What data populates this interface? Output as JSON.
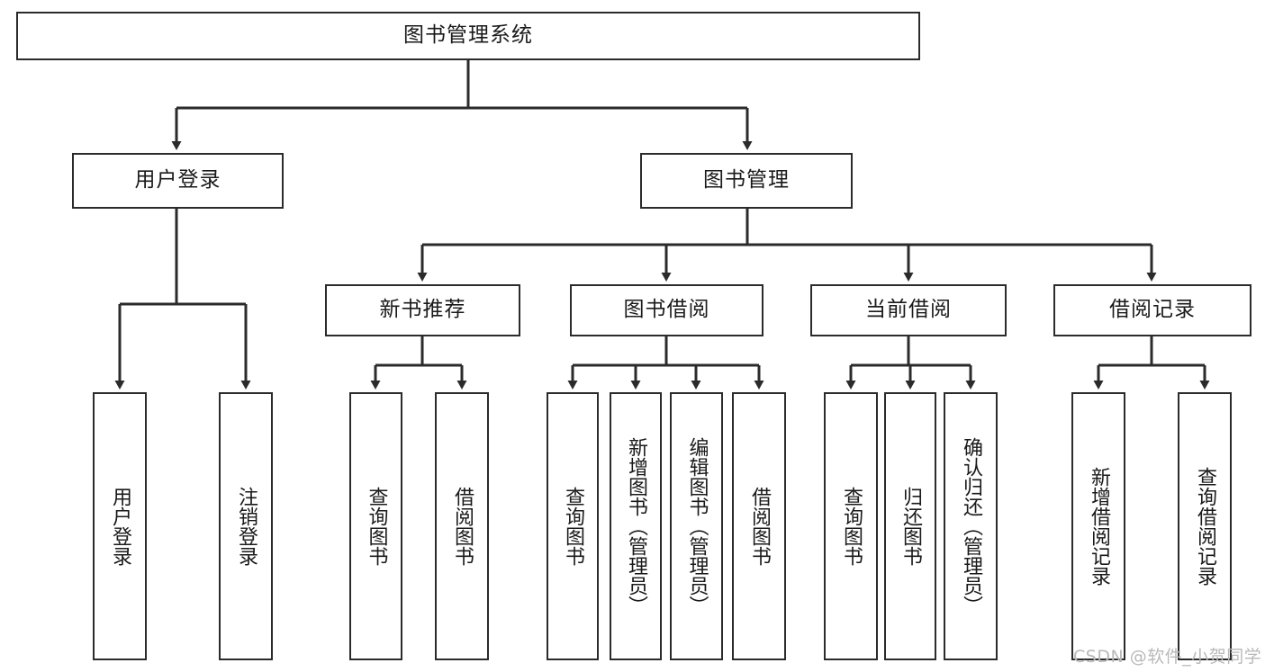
{
  "diagram": {
    "title": "图书管理系统",
    "watermark": "CSDN @软件_小贺同学",
    "colors": {
      "box_border": "#2b2b2b",
      "box_fill": "#ffffff",
      "edge": "#2b2b2b",
      "text": "#1a1a1a",
      "watermark": "#b9b9b9",
      "background": "#ffffff"
    },
    "nodes": {
      "root": {
        "label": "图书管理系统",
        "orientation": "horizontal",
        "level": 0
      },
      "user_login": {
        "label": "用户登录",
        "orientation": "horizontal",
        "level": 1
      },
      "book_manage": {
        "label": "图书管理",
        "orientation": "horizontal",
        "level": 1
      },
      "new_book_rec": {
        "label": "新书推荐",
        "orientation": "horizontal",
        "level": 2
      },
      "book_borrow": {
        "label": "图书借阅",
        "orientation": "horizontal",
        "level": 2
      },
      "current_borrow": {
        "label": "当前借阅",
        "orientation": "horizontal",
        "level": 2
      },
      "borrow_record": {
        "label": "借阅记录",
        "orientation": "horizontal",
        "level": 2
      },
      "leaf_user_login": {
        "label": "用户登录",
        "orientation": "vertical",
        "level": 2
      },
      "leaf_logout": {
        "label": "注销登录",
        "orientation": "vertical",
        "level": 2
      },
      "leaf_query_book_1": {
        "label": "查询图书",
        "orientation": "vertical",
        "level": 3
      },
      "leaf_borrow_book_1": {
        "label": "借阅图书",
        "orientation": "vertical",
        "level": 3
      },
      "leaf_query_book_2": {
        "label": "查询图书",
        "orientation": "vertical",
        "level": 3
      },
      "leaf_add_book": {
        "label": "新增图书（管理员）",
        "orientation": "vertical",
        "level": 3
      },
      "leaf_edit_book": {
        "label": "编辑图书（管理员）",
        "orientation": "vertical",
        "level": 3
      },
      "leaf_borrow_book_2": {
        "label": "借阅图书",
        "orientation": "vertical",
        "level": 3
      },
      "leaf_query_book_3": {
        "label": "查询图书",
        "orientation": "vertical",
        "level": 3
      },
      "leaf_return_book": {
        "label": "归还图书",
        "orientation": "vertical",
        "level": 3
      },
      "leaf_confirm_return": {
        "label": "确认归还（管理员）",
        "orientation": "vertical",
        "level": 3
      },
      "leaf_add_record": {
        "label": "新增借阅记录",
        "orientation": "vertical",
        "level": 3
      },
      "leaf_query_record": {
        "label": "查询借阅记录",
        "orientation": "vertical",
        "level": 3
      }
    },
    "hierarchy": [
      {
        "parent": "图书管理系统",
        "children": [
          "用户登录",
          "图书管理"
        ]
      },
      {
        "parent": "用户登录",
        "children": [
          "用户登录",
          "注销登录"
        ]
      },
      {
        "parent": "图书管理",
        "children": [
          "新书推荐",
          "图书借阅",
          "当前借阅",
          "借阅记录"
        ]
      },
      {
        "parent": "新书推荐",
        "children": [
          "查询图书",
          "借阅图书"
        ]
      },
      {
        "parent": "图书借阅",
        "children": [
          "查询图书",
          "新增图书（管理员）",
          "编辑图书（管理员）",
          "借阅图书"
        ]
      },
      {
        "parent": "当前借阅",
        "children": [
          "查询图书",
          "归还图书",
          "确认归还（管理员）"
        ]
      },
      {
        "parent": "借阅记录",
        "children": [
          "新增借阅记录",
          "查询借阅记录"
        ]
      }
    ]
  }
}
